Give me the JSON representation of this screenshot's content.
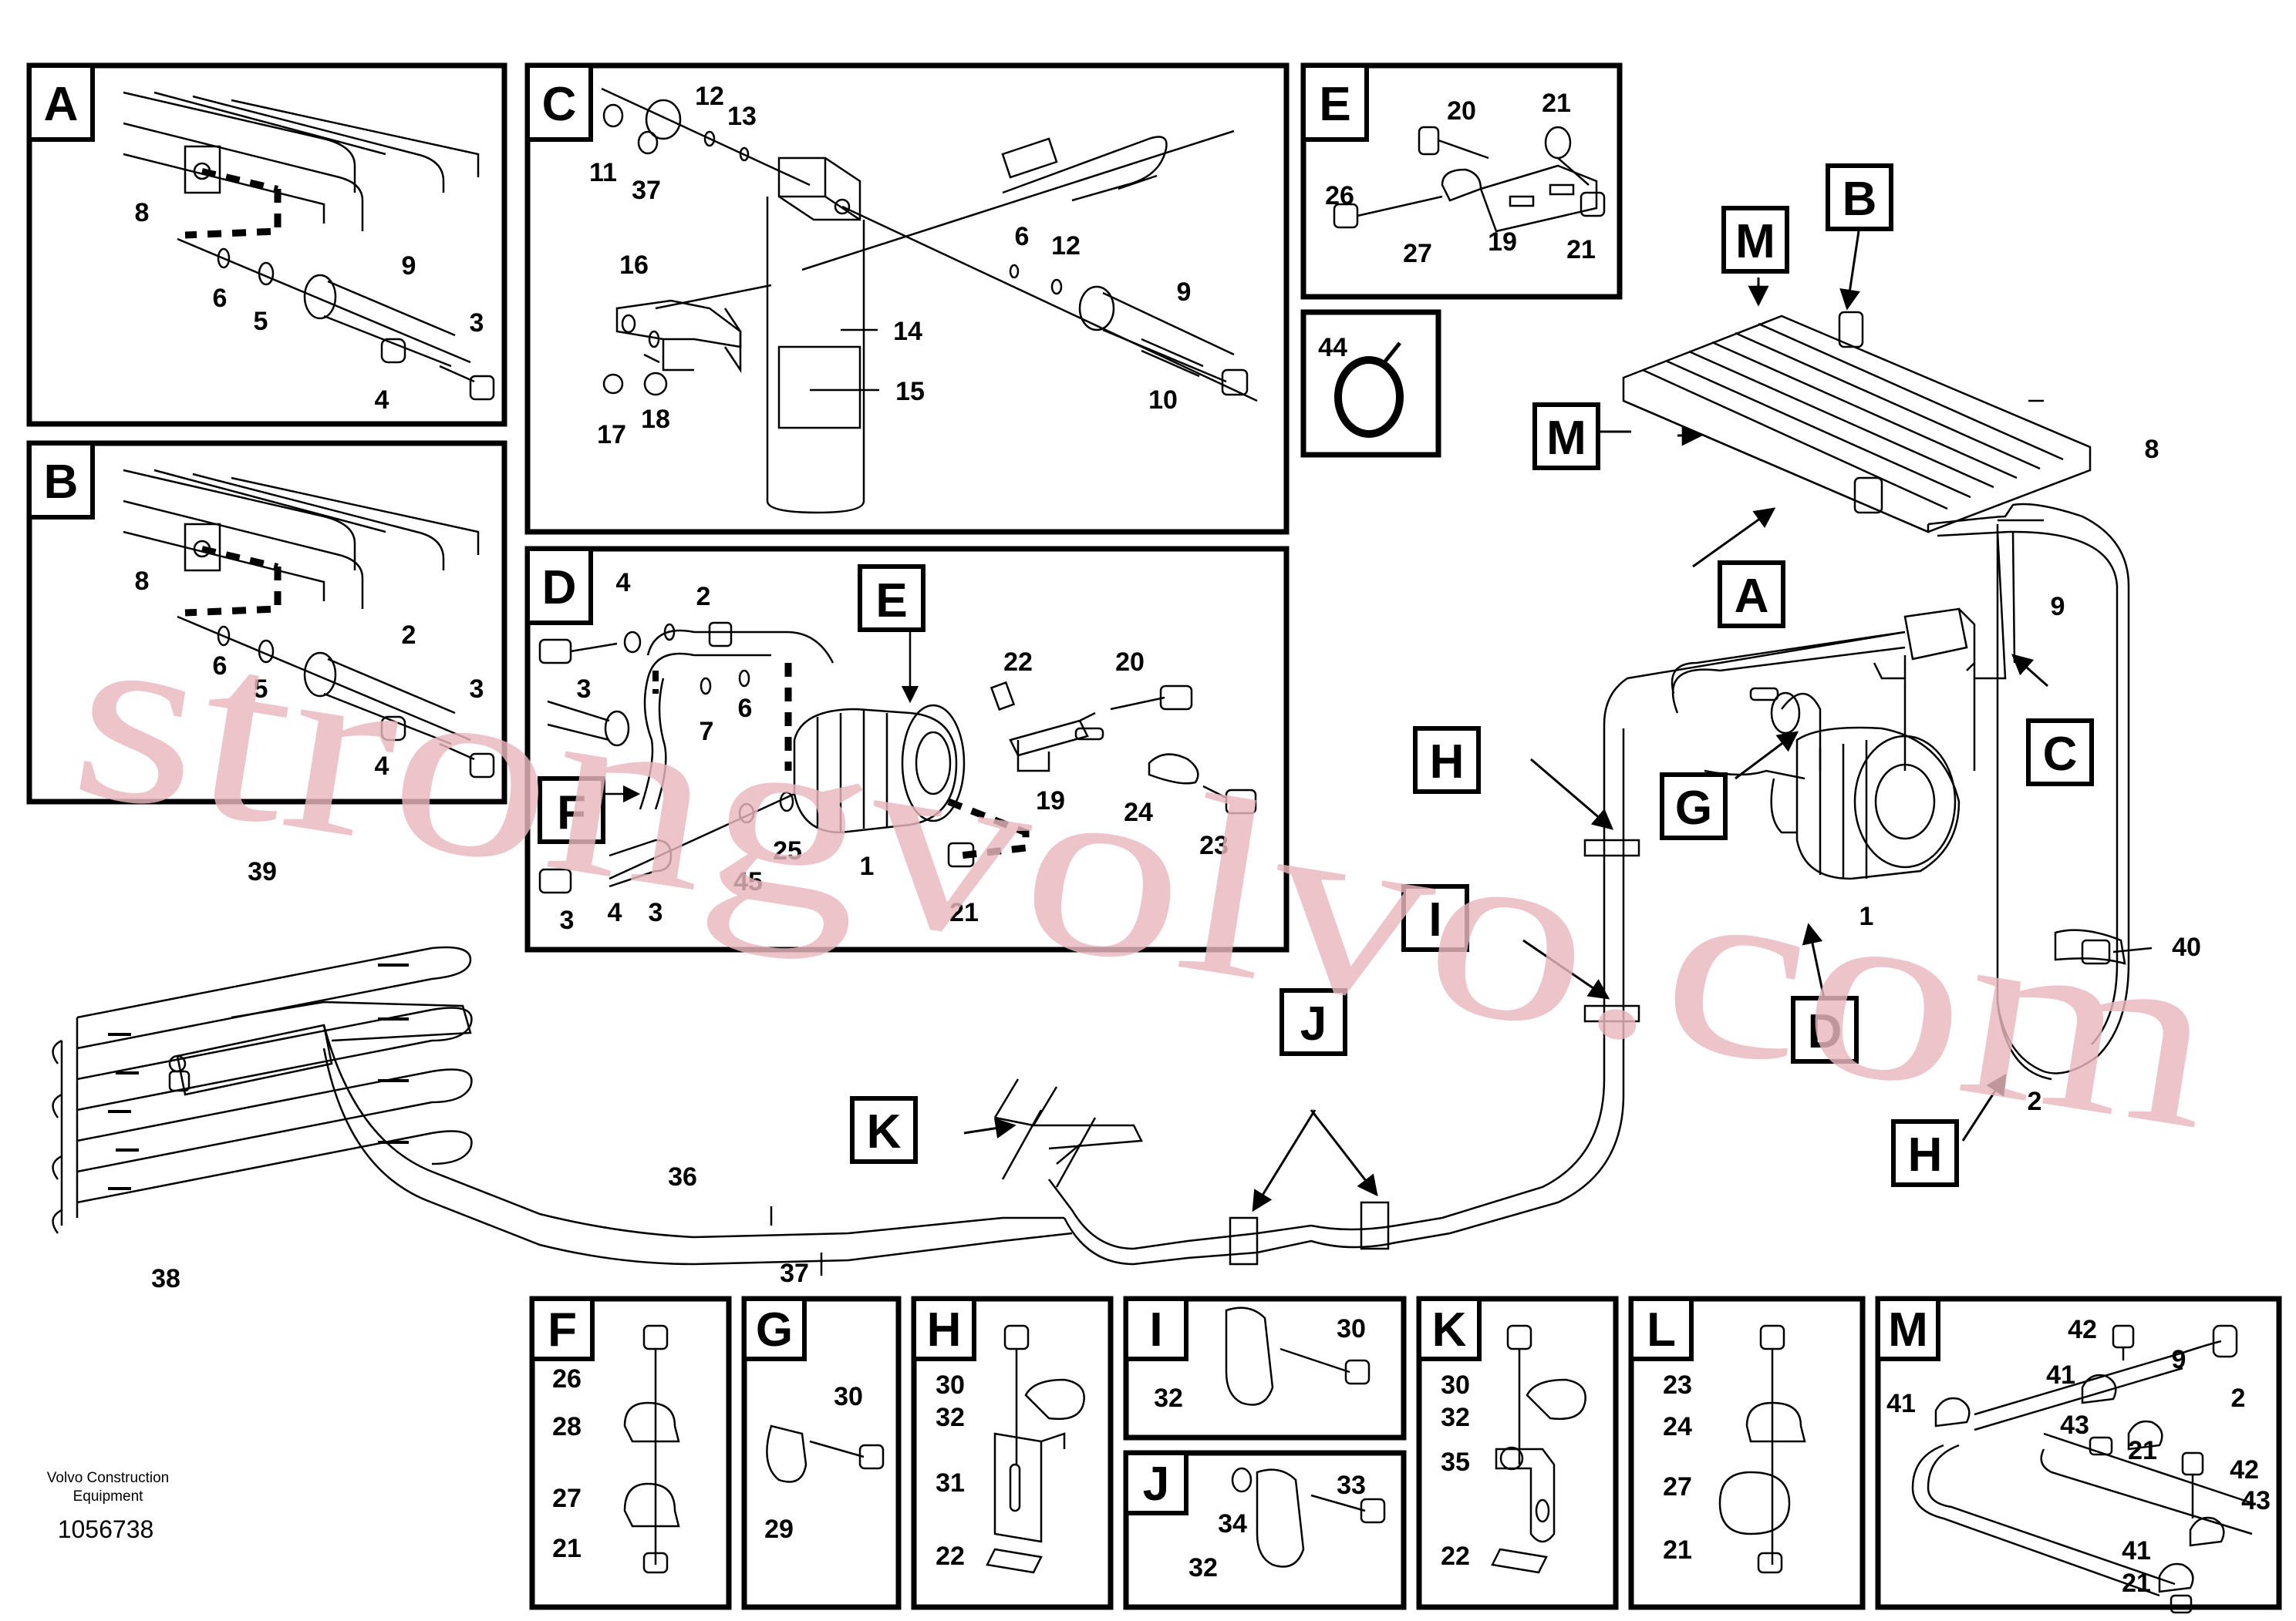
{
  "caption": {
    "company_line1": "Volvo Construction",
    "company_line2": "Equipment",
    "drawing_number": "1056738"
  },
  "watermark": "strongvolvo.com",
  "main_callouts": {
    "M_top": "M",
    "B": "B",
    "M_left": "M",
    "A": "A",
    "C": "C",
    "G": "G",
    "H_upper": "H",
    "I": "I",
    "D": "D",
    "J": "J",
    "K": "K",
    "H_lower": "H",
    "E_detail": "E",
    "F_detail": "F",
    "p8": "8",
    "p9": "9",
    "p1": "1",
    "p40": "40",
    "p2": "2",
    "p36": "36",
    "p37": "37",
    "p38": "38",
    "p39": "39"
  },
  "details": {
    "A": {
      "letter": "A",
      "parts": [
        "8",
        "9",
        "6",
        "5",
        "3",
        "4"
      ]
    },
    "B": {
      "letter": "B",
      "parts": [
        "8",
        "2",
        "6",
        "5",
        "3",
        "4"
      ]
    },
    "C": {
      "letter": "C",
      "parts": [
        "12",
        "13",
        "11",
        "37",
        "16",
        "14",
        "15",
        "17",
        "18",
        "6",
        "12",
        "9",
        "10"
      ]
    },
    "D": {
      "letter": "D",
      "parts": [
        "4",
        "2",
        "3",
        "7",
        "6",
        "22",
        "20",
        "19",
        "24",
        "23",
        "1",
        "25",
        "45",
        "21",
        "3",
        "4",
        "3"
      ]
    },
    "E": {
      "letter": "E",
      "parts": [
        "20",
        "21",
        "26",
        "19",
        "21",
        "27"
      ]
    },
    "tie": {
      "parts": [
        "44"
      ]
    },
    "F": {
      "letter": "F",
      "parts": [
        "26",
        "28",
        "27",
        "21"
      ]
    },
    "G": {
      "letter": "G",
      "parts": [
        "30",
        "29"
      ]
    },
    "H": {
      "letter": "H",
      "parts": [
        "30",
        "32",
        "31",
        "22"
      ]
    },
    "I": {
      "letter": "I",
      "parts": [
        "30",
        "32"
      ]
    },
    "J": {
      "letter": "J",
      "parts": [
        "33",
        "34",
        "32"
      ]
    },
    "K": {
      "letter": "K",
      "parts": [
        "30",
        "32",
        "35",
        "22"
      ]
    },
    "L": {
      "letter": "L",
      "parts": [
        "23",
        "24",
        "27",
        "21"
      ]
    },
    "M": {
      "letter": "M",
      "parts": [
        "42",
        "9",
        "41",
        "43",
        "21",
        "2",
        "42",
        "43",
        "41",
        "21"
      ]
    }
  }
}
